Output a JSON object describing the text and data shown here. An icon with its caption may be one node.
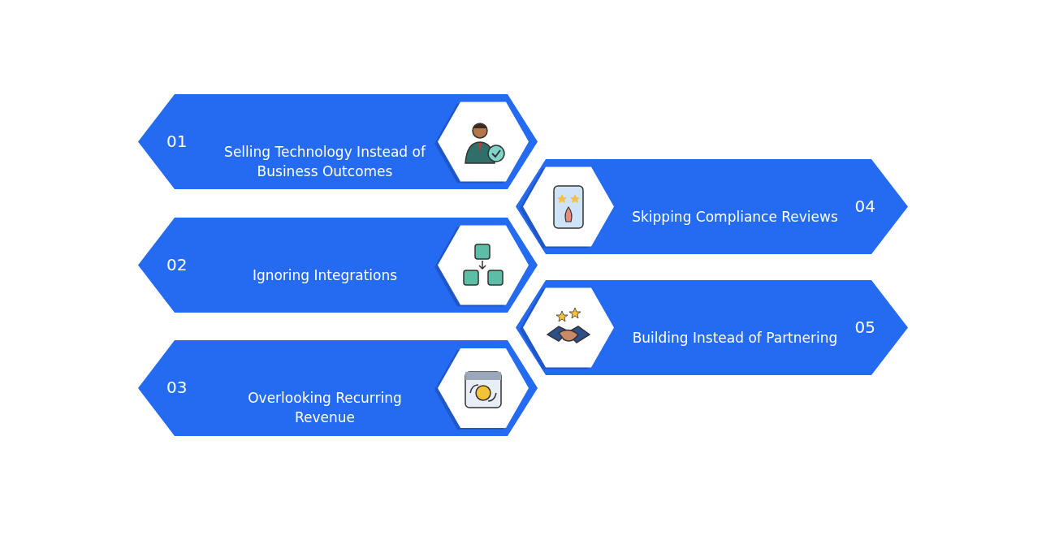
{
  "diagram": {
    "nodes": [
      {
        "text": [
          "01",
          "Selling Technology Instead of Business Outcomes"
        ]
      },
      {
        "text": [
          "02",
          "Ignoring Integrations"
        ]
      },
      {
        "text": [
          "03",
          "Overlooking Recurring Revenue"
        ]
      },
      {
        "text": [
          "04",
          "Skipping Compliance Reviews"
        ]
      },
      {
        "text": [
          "05",
          "Building Instead of Partnering"
        ]
      }
    ]
  }
}
